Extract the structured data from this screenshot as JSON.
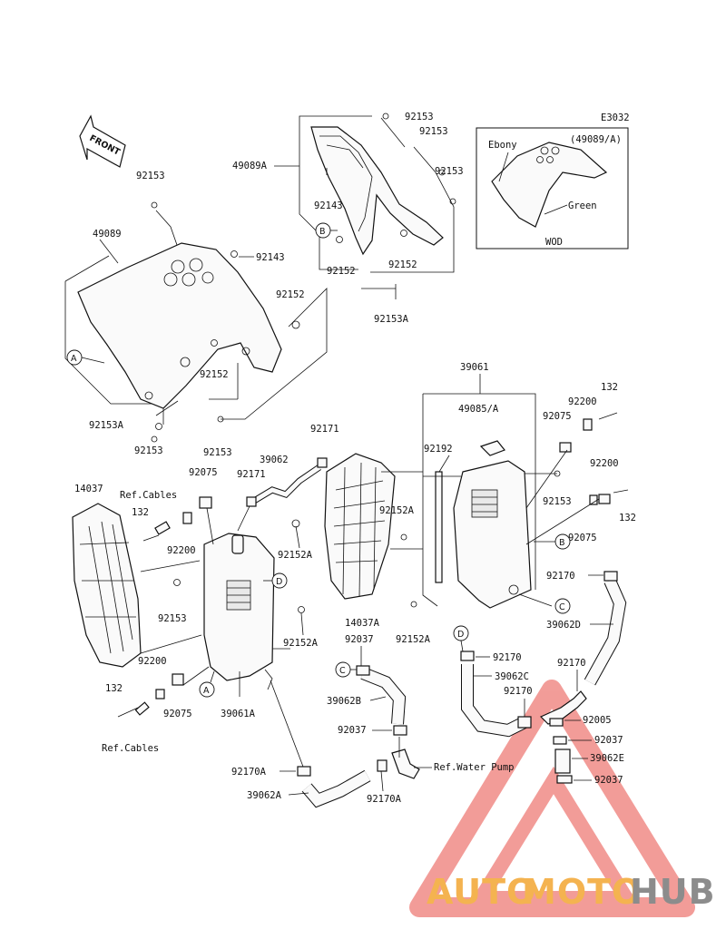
{
  "diagram": {
    "code": "E3032",
    "front_label": "FRONT",
    "wod_box": {
      "part_ref": "(49089/A)",
      "ebony": "Ebony",
      "green": "Green",
      "caption": "WOD"
    },
    "refs": [
      "A",
      "B",
      "C",
      "D"
    ],
    "labels": {
      "p92153_top": "92153",
      "p92153_r1": "92153",
      "p92153_r2": "92153",
      "p49089A": "49089A",
      "p92143_a": "92143",
      "p92152_a": "92152",
      "p92152_b": "92152",
      "p92153A_top": "92153A",
      "p92153_left": "92153",
      "p49089": "49089",
      "p92143_b": "92143",
      "p92152_c": "92152",
      "p92152_d": "92152",
      "p92153A_left": "92153A",
      "p92153_l2": "92153",
      "p92153_l3": "92153",
      "p39061": "39061",
      "p49085A": "49085/A",
      "p132_r1": "132",
      "p92200_r1": "92200",
      "p92075_r1": "92075",
      "p92171_a": "92171",
      "p39062": "39062",
      "p92192": "92192",
      "p92200_r2": "92200",
      "p14037": "14037",
      "p92075_l": "92075",
      "p92171_b": "92171",
      "p92153_mid": "92153",
      "p132_r2": "132",
      "refcables_1": "Ref.Cables",
      "p132_l1": "132",
      "p92200_l1": "92200",
      "p92152A_a": "92152A",
      "p92152A_b": "92152A",
      "p92075_r2": "92075",
      "p92170_r": "92170",
      "p92153_m2": "92153",
      "p39062D": "39062D",
      "p92152A_c": "92152A",
      "p14037A": "14037A",
      "p92152A_d": "92152A",
      "p92037_a": "92037",
      "p92170_b": "92170",
      "p39062C": "39062C",
      "p92200_l2": "92200",
      "p92170_c": "92170",
      "p132_l2": "132",
      "p92075_l2": "92075",
      "p39061A": "39061A",
      "p39062B": "39062B",
      "p92170_d": "92170",
      "p92005": "92005",
      "refcables_2": "Ref.Cables",
      "p92037_b": "92037",
      "p92037_c": "92037",
      "p39062E": "39062E",
      "p92170A_a": "92170A",
      "ref_water_pump": "Ref.Water Pump",
      "p92037_d": "92037",
      "p39062A": "39062A",
      "p92170A_b": "92170A"
    }
  },
  "watermark": {
    "auto": "AUTO",
    "moto": "MOTO",
    "hub": "HUB"
  },
  "colors": {
    "line": "#111111",
    "wm_red": "#e84c45",
    "wm_orange": "#f4b350",
    "wm_gray": "#8c8c8c"
  }
}
